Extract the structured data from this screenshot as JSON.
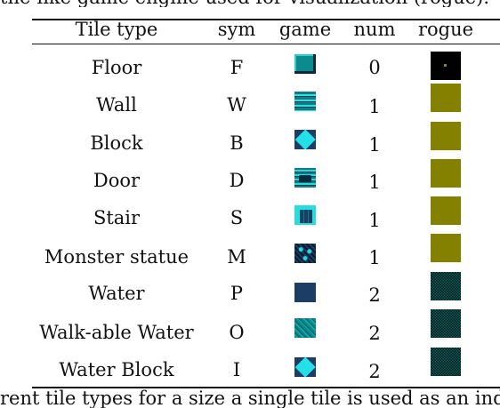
{
  "caption_above": "the-like game engine used for visualization (rogue).",
  "caption_below": "rent tile types for a  size a single tile is used as an indicat",
  "headers": {
    "tile_type": "Tile type",
    "sym": "sym",
    "game": "game",
    "num": "num",
    "rogue": "rogue"
  },
  "rows": [
    {
      "name": "Floor",
      "sym": "F",
      "num": "0",
      "game_icon": "floor-tile-icon",
      "rogue_icon": "black-floor-icon"
    },
    {
      "name": "Wall",
      "sym": "W",
      "num": "1",
      "game_icon": "wall-tile-icon",
      "rogue_icon": "olive-block-icon"
    },
    {
      "name": "Block",
      "sym": "B",
      "num": "1",
      "game_icon": "block-tile-icon",
      "rogue_icon": "olive-block-icon"
    },
    {
      "name": "Door",
      "sym": "D",
      "num": "1",
      "game_icon": "door-tile-icon",
      "rogue_icon": "olive-block-icon"
    },
    {
      "name": "Stair",
      "sym": "S",
      "num": "1",
      "game_icon": "stair-tile-icon",
      "rogue_icon": "olive-block-icon"
    },
    {
      "name": "Monster statue",
      "sym": "M",
      "num": "1",
      "game_icon": "monster-statue-tile-icon",
      "rogue_icon": "olive-block-icon"
    },
    {
      "name": "Water",
      "sym": "P",
      "num": "2",
      "game_icon": "water-tile-icon",
      "rogue_icon": "checker-water-icon"
    },
    {
      "name": "Walk-able Water",
      "sym": "O",
      "num": "2",
      "game_icon": "walkable-water-tile-icon",
      "rogue_icon": "checker-water-icon"
    },
    {
      "name": "Water Block",
      "sym": "I",
      "num": "2",
      "game_icon": "water-block-tile-icon",
      "rogue_icon": "checker-water-icon"
    }
  ],
  "colors": {
    "rogue_olive": "#858100",
    "game_cyan": "#25e0e6",
    "game_navy": "#1b3d66"
  }
}
